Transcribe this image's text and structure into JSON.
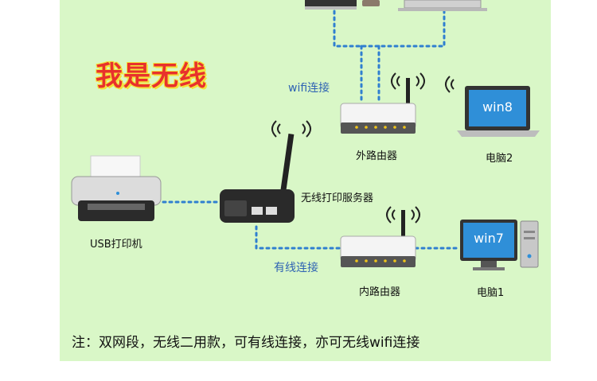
{
  "headline": "我是无线",
  "labels": {
    "wifi_connection": "wifi连接",
    "wired_connection": "有线连接",
    "outer_router": "外路由器",
    "inner_router": "内路由器",
    "print_server": "无线打印服务器",
    "usb_printer": "USB打印机",
    "computer_2": "电脑2",
    "computer_1": "电脑1",
    "win8": "win8",
    "win7": "win7"
  },
  "note": "注：双网段，无线二用款，可有线连接，亦可无线wifi连接",
  "colors": {
    "panel_bg": "#d9f7c7",
    "link_dots": "#2f7fd0",
    "headline": "#e8312c",
    "blue_label": "#2f63b3"
  },
  "icons": [
    "printer-icon",
    "print-server-icon",
    "router-icon",
    "laptop-icon",
    "desktop-computer-icon",
    "wifi-signal-icon"
  ]
}
